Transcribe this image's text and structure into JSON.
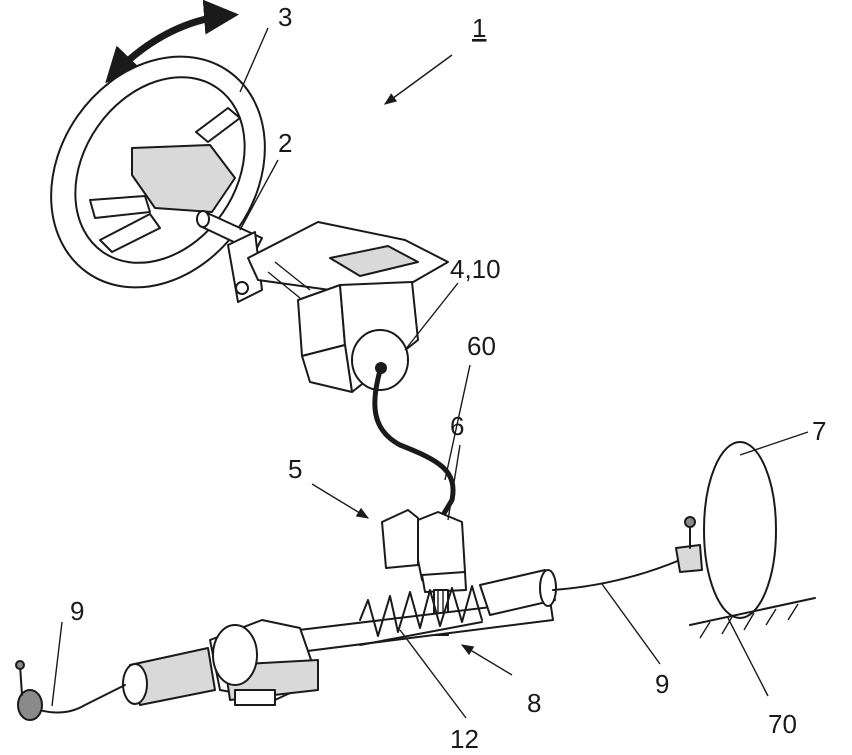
{
  "labels": {
    "assembly": "1",
    "steering_shaft": "2",
    "steering_wheel": "3",
    "actuator": "4,10",
    "cable": "60",
    "steering_gear": "5",
    "motor": "6",
    "wheel": "7",
    "rack_assembly": "8",
    "tie_rod_left": "9",
    "tie_rod_right": "9",
    "rack": "12",
    "road": "70"
  },
  "icons": {
    "rotation_arrow": "double-headed-curved-arrow",
    "pointer_arrows": "arrow"
  }
}
